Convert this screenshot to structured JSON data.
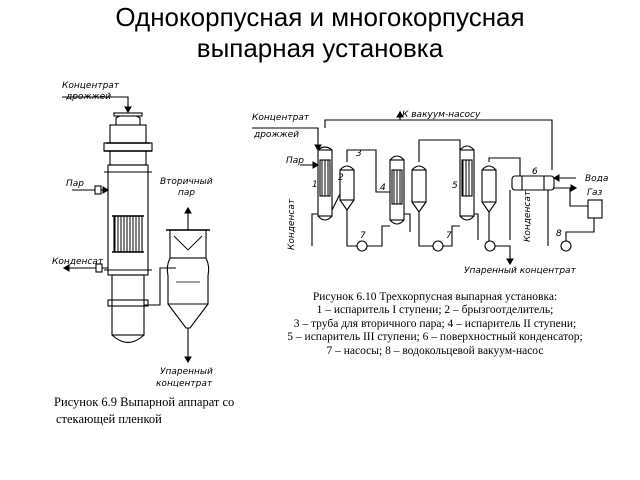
{
  "title": {
    "line1": "Однокорпусная и многокорпусная",
    "line2": "выпарная установка"
  },
  "figure1": {
    "labels": {
      "feed_line1": "Концентрат",
      "feed_line2": "дрожжей",
      "steam": "Пар",
      "secondary_line1": "Вторичный",
      "secondary_line2": "пар",
      "condensate": "Конденсат",
      "product_line1": "Упаренный",
      "product_line2": "концентрат"
    },
    "caption_line1": "Рисунок 6.9 Выпарной аппарат со",
    "caption_line2": "стекающей пленкой"
  },
  "figure2": {
    "labels": {
      "feed_line1": "Концентрат",
      "feed_line2": "дрожжей",
      "vacuum": "К вакуум-насосу",
      "steam": "Пар",
      "water": "Вода",
      "gas": "Газ",
      "condensate_left": "Конденсат",
      "condensate_right": "Конденсат",
      "product": "Упаренный концентрат"
    },
    "numbers": {
      "n1": "1",
      "n2": "2",
      "n3": "3",
      "n4": "4",
      "n5": "5",
      "n6": "6",
      "n7a": "7",
      "n7b": "7",
      "n8": "8"
    },
    "caption": [
      "Рисунок 6.10 Трехкорпусная выпарная установка:",
      "1 – испаритель I ступени; 2 – брызгоотделитель;",
      "3 – труба для вторичного пара; 4 – испаритель II ступени;",
      "5 – испаритель III ступени; 6 – поверхностный конденсатор;",
      "7 – насосы; 8 – водокольцевой вакуум-насос"
    ]
  }
}
